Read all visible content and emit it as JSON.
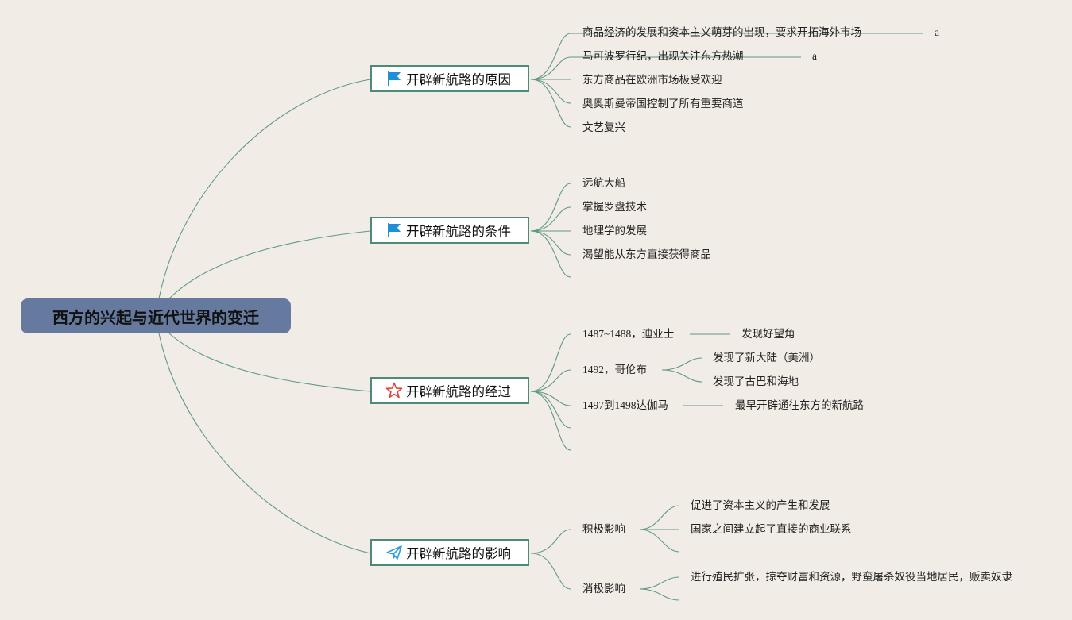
{
  "root": {
    "label": "西方的兴起与近代世界的变迁"
  },
  "topics": [
    {
      "label": "开辟新航路的原因",
      "icon": "blue-flag-icon",
      "items": [
        {
          "text": "商品经济的发展和资本主义萌芽的出现，要求开拓海外市场",
          "note": "a"
        },
        {
          "text": "马可波罗行纪，出现关注东方热潮",
          "note": "a"
        },
        {
          "text": "东方商品在欧洲市场极受欢迎"
        },
        {
          "text": "奥奥斯曼帝国控制了所有重要商道"
        },
        {
          "text": "文艺复兴"
        }
      ]
    },
    {
      "label": "开辟新航路的条件",
      "icon": "blue-flag-icon",
      "items": [
        {
          "text": "远航大船"
        },
        {
          "text": "掌握罗盘技术"
        },
        {
          "text": "地理学的发展"
        },
        {
          "text": "渴望能从东方直接获得商品"
        },
        {
          "text": ""
        }
      ]
    },
    {
      "label": "开辟新航路的经过",
      "icon": "red-star-icon",
      "items": [
        {
          "text": "1487~1488，迪亚士",
          "children": [
            "发现好望角"
          ]
        },
        {
          "text": "1492，哥伦布",
          "children": [
            "发现了新大陆（美洲）",
            "发现了古巴和海地"
          ]
        },
        {
          "text": "1497到1498达伽马",
          "children": [
            "最早开辟通往东方的新航路"
          ]
        },
        {
          "text": ""
        },
        {
          "text": ""
        }
      ]
    },
    {
      "label": "开辟新航路的影响",
      "icon": "paper-plane-icon",
      "items": [
        {
          "text": "积极影响",
          "children": [
            "促进了资本主义的产生和发展",
            "国家之间建立起了直接的商业联系",
            ""
          ]
        },
        {
          "text": "消极影响",
          "children": [
            "进行殖民扩张，掠夺财富和资源，野蛮屠杀奴役当地居民，贩卖奴隶",
            ""
          ]
        }
      ]
    }
  ],
  "colors": {
    "background": "#f1ece6",
    "root_fill": "#66799e",
    "topic_border": "#4d8a78",
    "connector": "#5f9a87",
    "flag": "#1f8fd6",
    "star": "#e2413a",
    "plane": "#2f9fd8"
  }
}
